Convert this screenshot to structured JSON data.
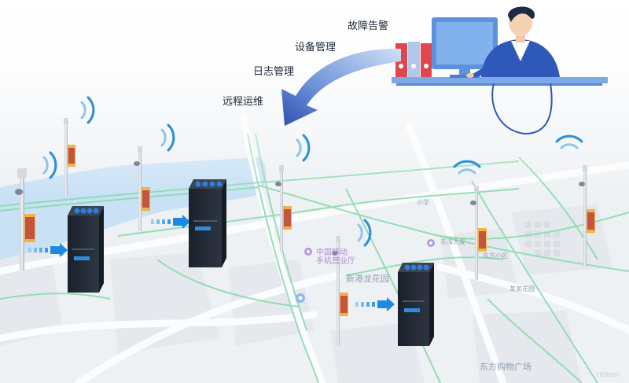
{
  "functions": {
    "fault_alarm": "故障告警",
    "device_management": "设备管理",
    "log_management": "日志管理",
    "remote_ops": "远程运维"
  },
  "map_labels": {
    "a": "中国移动",
    "b": "手机营业厅",
    "c": "新港龙花园",
    "d": "东方购物广场",
    "e": "东方小区",
    "f": "东海大厦",
    "g": "某某花园",
    "h": "小学"
  },
  "colors": {
    "arrow": "#2f5fc4",
    "road_green": "#7fd7a6",
    "cabinet": "#232a36",
    "water": "#b9d9f3"
  },
  "watermark": "ctbfoen"
}
